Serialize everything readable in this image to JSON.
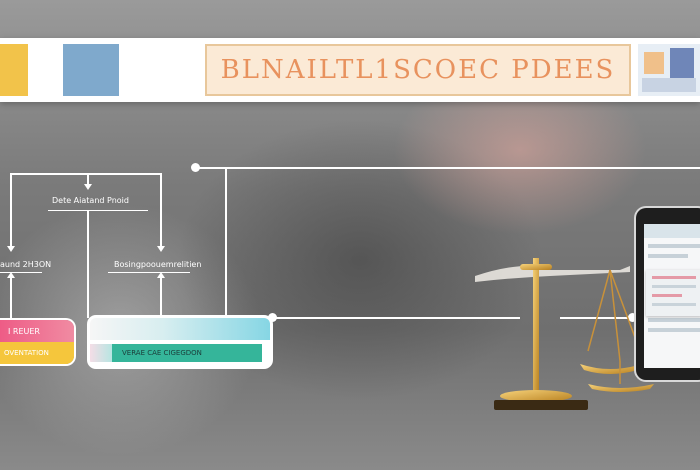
{
  "banner": {
    "title": "BLNAILTL1SCOEC PDEES",
    "colors": {
      "yellow": "#f2c34a",
      "blue": "#7fa9cc",
      "title": "#e8925e",
      "title_bg": "#fbead6"
    }
  },
  "flow": {
    "top_label": "Dete Aiatand Pnoid",
    "left_label": "aund 2H3ON",
    "mid_label": "Bosingpoouemrelitien"
  },
  "left_card": {
    "top_text": "I  REUER",
    "bottom_text": "OVENTATION"
  },
  "bar_card": {
    "label": "VERAE CAE CIGEGDON",
    "accent": "#35b59a"
  },
  "scale": {
    "icon": "justice-scale-icon",
    "color": "#e0a93a"
  },
  "tablet": {
    "icon": "tablet-icon"
  }
}
